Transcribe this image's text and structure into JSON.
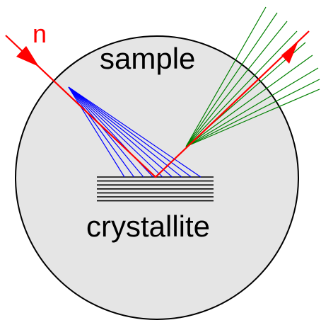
{
  "labels": {
    "incoming": "n",
    "region": "sample",
    "object": "crystallite"
  },
  "colors": {
    "sample_fill": "#e5e5e5",
    "sample_stroke": "#000000",
    "incident_ray": "#ff0000",
    "scattered_in": "#0000ff",
    "scattered_out": "#008000",
    "planes": "#000000"
  },
  "counts": {
    "blue_rays": 9,
    "green_rays": 9,
    "crystal_planes": 7
  }
}
